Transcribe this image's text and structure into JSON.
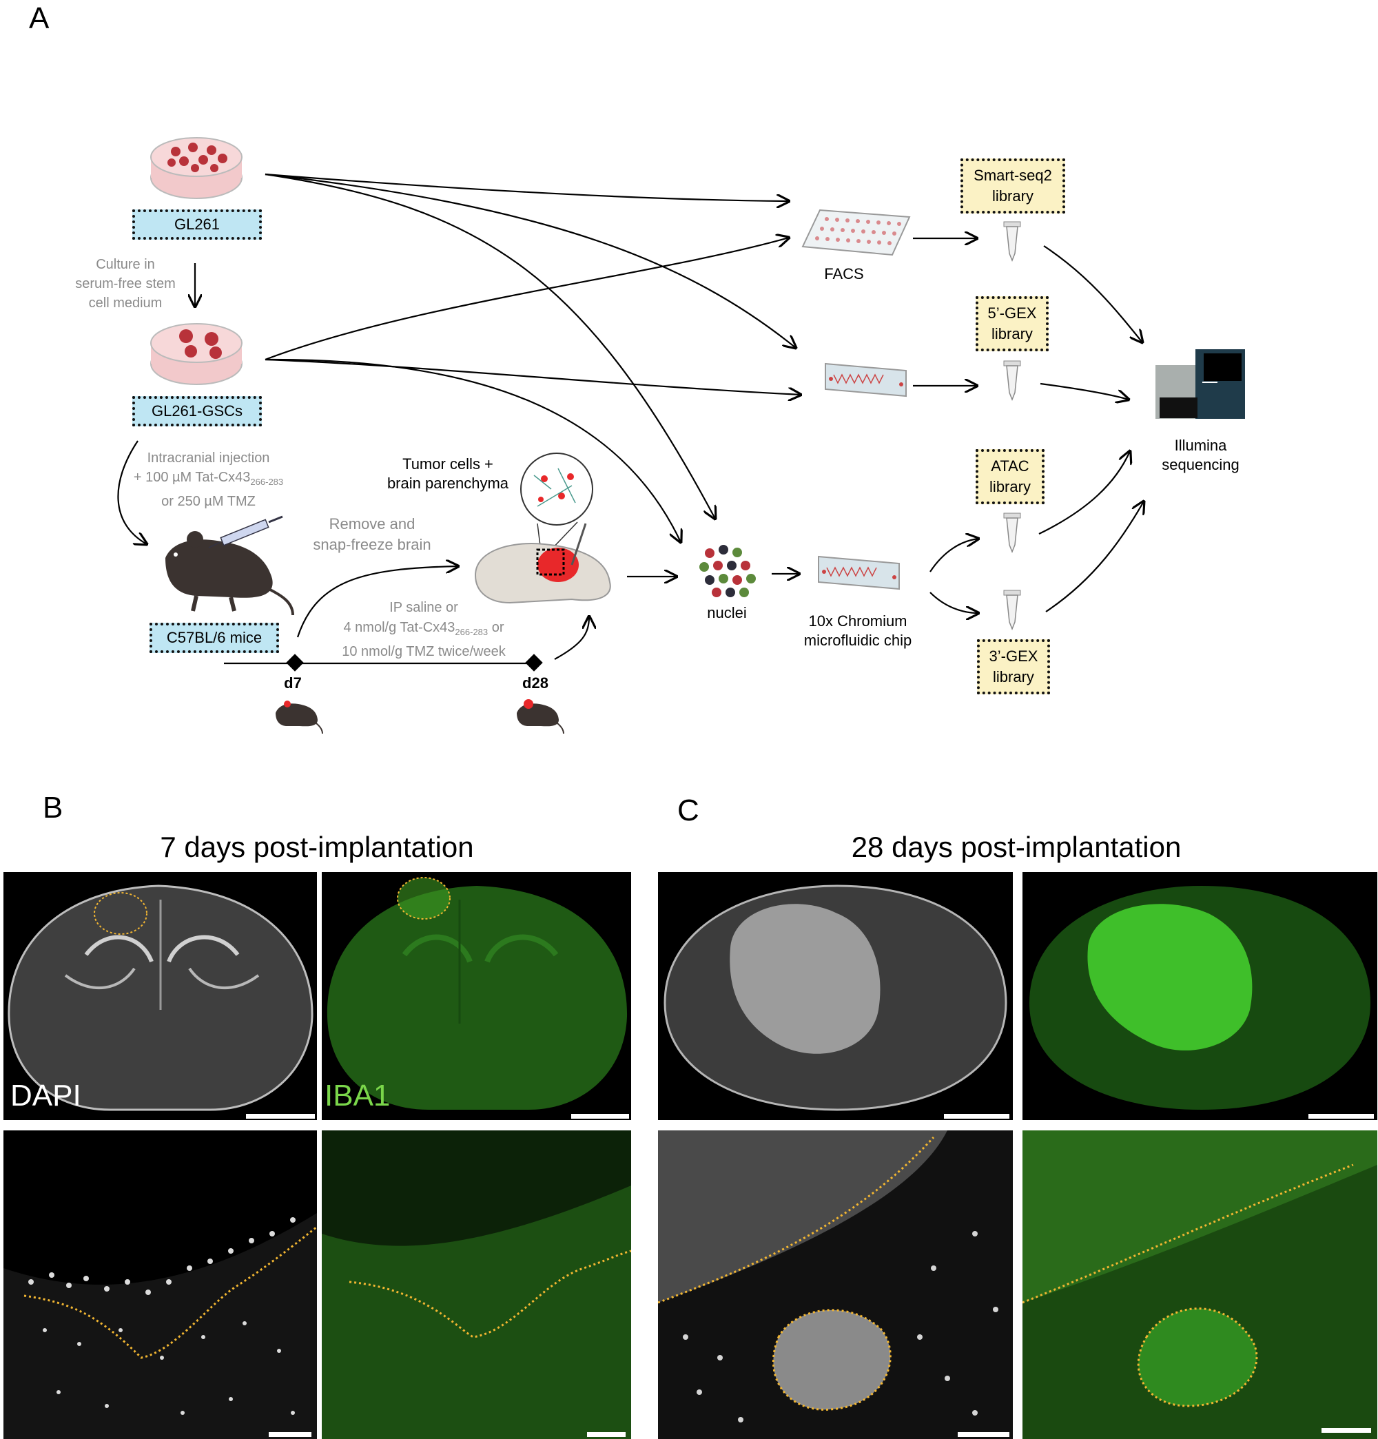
{
  "panels": {
    "a": "A",
    "b": "B",
    "c": "C"
  },
  "workflow": {
    "gl261": "GL261",
    "culture": [
      "Culture in",
      "serum-free stem",
      "cell medium"
    ],
    "gl261_gscs": "GL261-GSCs",
    "injection": [
      "Intracranial injection",
      "+ 100 µM Tat-Cx43",
      "or 250 µM TMZ"
    ],
    "injection_sub": "266-283",
    "mice": "C57BL/6 mice",
    "timepoint_1": "d7",
    "timepoint_2": "d28",
    "treatment": [
      "IP saline or",
      "4 nmol/g Tat-Cx43",
      "or",
      "10 nmol/g TMZ twice/week"
    ],
    "treatment_sub": "266-283",
    "remove": [
      "Remove and",
      "snap-freeze brain"
    ],
    "tumor": [
      "Tumor cells +",
      "brain parenchyma"
    ],
    "facs": "FACS",
    "nuclei": "nuclei",
    "chip": [
      "10x Chromium",
      "microfluidic chip"
    ],
    "lib_smart": [
      "Smart-seq2",
      "library"
    ],
    "lib_5gex": [
      "5’-GEX",
      "library"
    ],
    "lib_atac": [
      "ATAC",
      "library"
    ],
    "lib_3gex": [
      "3’-GEX",
      "library"
    ],
    "illumina": [
      "Illumina",
      "sequencing"
    ]
  },
  "panel_b": {
    "title": "7 days post-implantation",
    "dapi": "DAPI",
    "iba1": "IBA1"
  },
  "panel_c": {
    "title": "28 days post-implantation"
  },
  "colors": {
    "box_blue": "#bfe6f3",
    "box_yellow": "#fbf2c5",
    "iba1_green": "#7ad64a",
    "tumor_red": "#e8282a",
    "outline": "#f2b632"
  }
}
